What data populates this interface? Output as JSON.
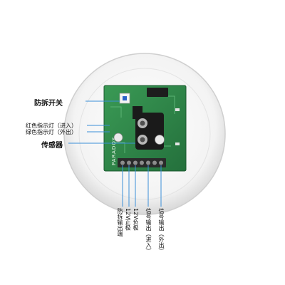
{
  "labels": {
    "tamper_switch": "防拆开关",
    "red_led": "红色指示灯（进入）",
    "green_led": "绿色指示灯（外出）",
    "sensor": "传感器",
    "tamper_output": "防拆输出端",
    "power_positive": "12V正极",
    "power_negative": "12V负极",
    "signal_in": "信号输出（进入）",
    "signal_out": "信号输出（外出）"
  },
  "board": {
    "brand": "PARADOX"
  },
  "colors": {
    "pointer_line": "#3b8fd8",
    "pcb": "#2e8a4a",
    "housing": "#f2f2f2",
    "terminal": "#2a2a2a"
  }
}
